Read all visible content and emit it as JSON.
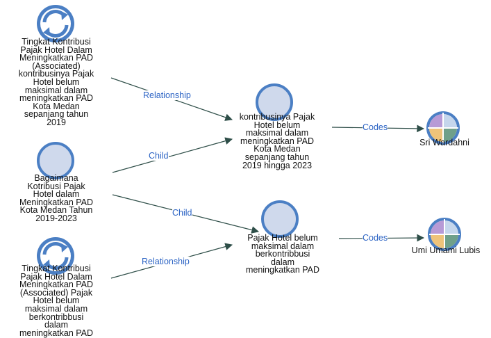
{
  "nodes": {
    "associated_top": {
      "icon": "associated-refresh-icon",
      "label": "Tingkat Kontribusi\nPajak Hotel Dalam\nMeningkatkan PAD\n(Associated)\nkontribusinya Pajak\nHotel  belum\nmaksimal dalam\nmeningkatkan PAD\nKota Medan\nsepanjang tahun\n2019"
    },
    "question": {
      "label": "Bagaimana\nKotribusi Pajak\nHotel dalam\nMeningkatkan PAD\nKota Medan Tahun\n2019-2023"
    },
    "associated_bottom": {
      "icon": "associated-refresh-icon",
      "label": "Tingkat Kontribusi\nPajak Hotel Dalam\nMeningkatkan PAD\n(Associated) Pajak\nHotel belum\nmaksimal dalam\nberkontribbusi\ndalam\nmeningkatkan PAD"
    },
    "theme_top": {
      "label": "kontribusinya Pajak\nHotel  belum\nmaksimal dalam\nmeningkatkan PAD\nKota Medan\nsepanjang tahun\n2019 hingga 2023"
    },
    "theme_bottom": {
      "label": "Pajak Hotel belum\nmaksimal dalam\nberkontribbusi\ndalam\nmeningkatkan PAD"
    },
    "case_top": {
      "label": "Sri Wardahni"
    },
    "case_bottom": {
      "label": "Umi Umami Lubis"
    }
  },
  "edges": {
    "relationship_top": "Relationship",
    "child_top": "Child",
    "child_bottom": "Child",
    "relationship_bottom": "Relationship",
    "codes_top": "Codes",
    "codes_bottom": "Codes"
  },
  "colors": {
    "node_fill": "#cfd9ec",
    "node_stroke": "#4b7fc4",
    "edge": "#2e4e48",
    "edge_label": "#2b63c4",
    "case_purple": "#b79ad6",
    "case_blue": "#c5d6ec",
    "case_orange": "#eec37a",
    "case_green": "#6fa08a"
  }
}
